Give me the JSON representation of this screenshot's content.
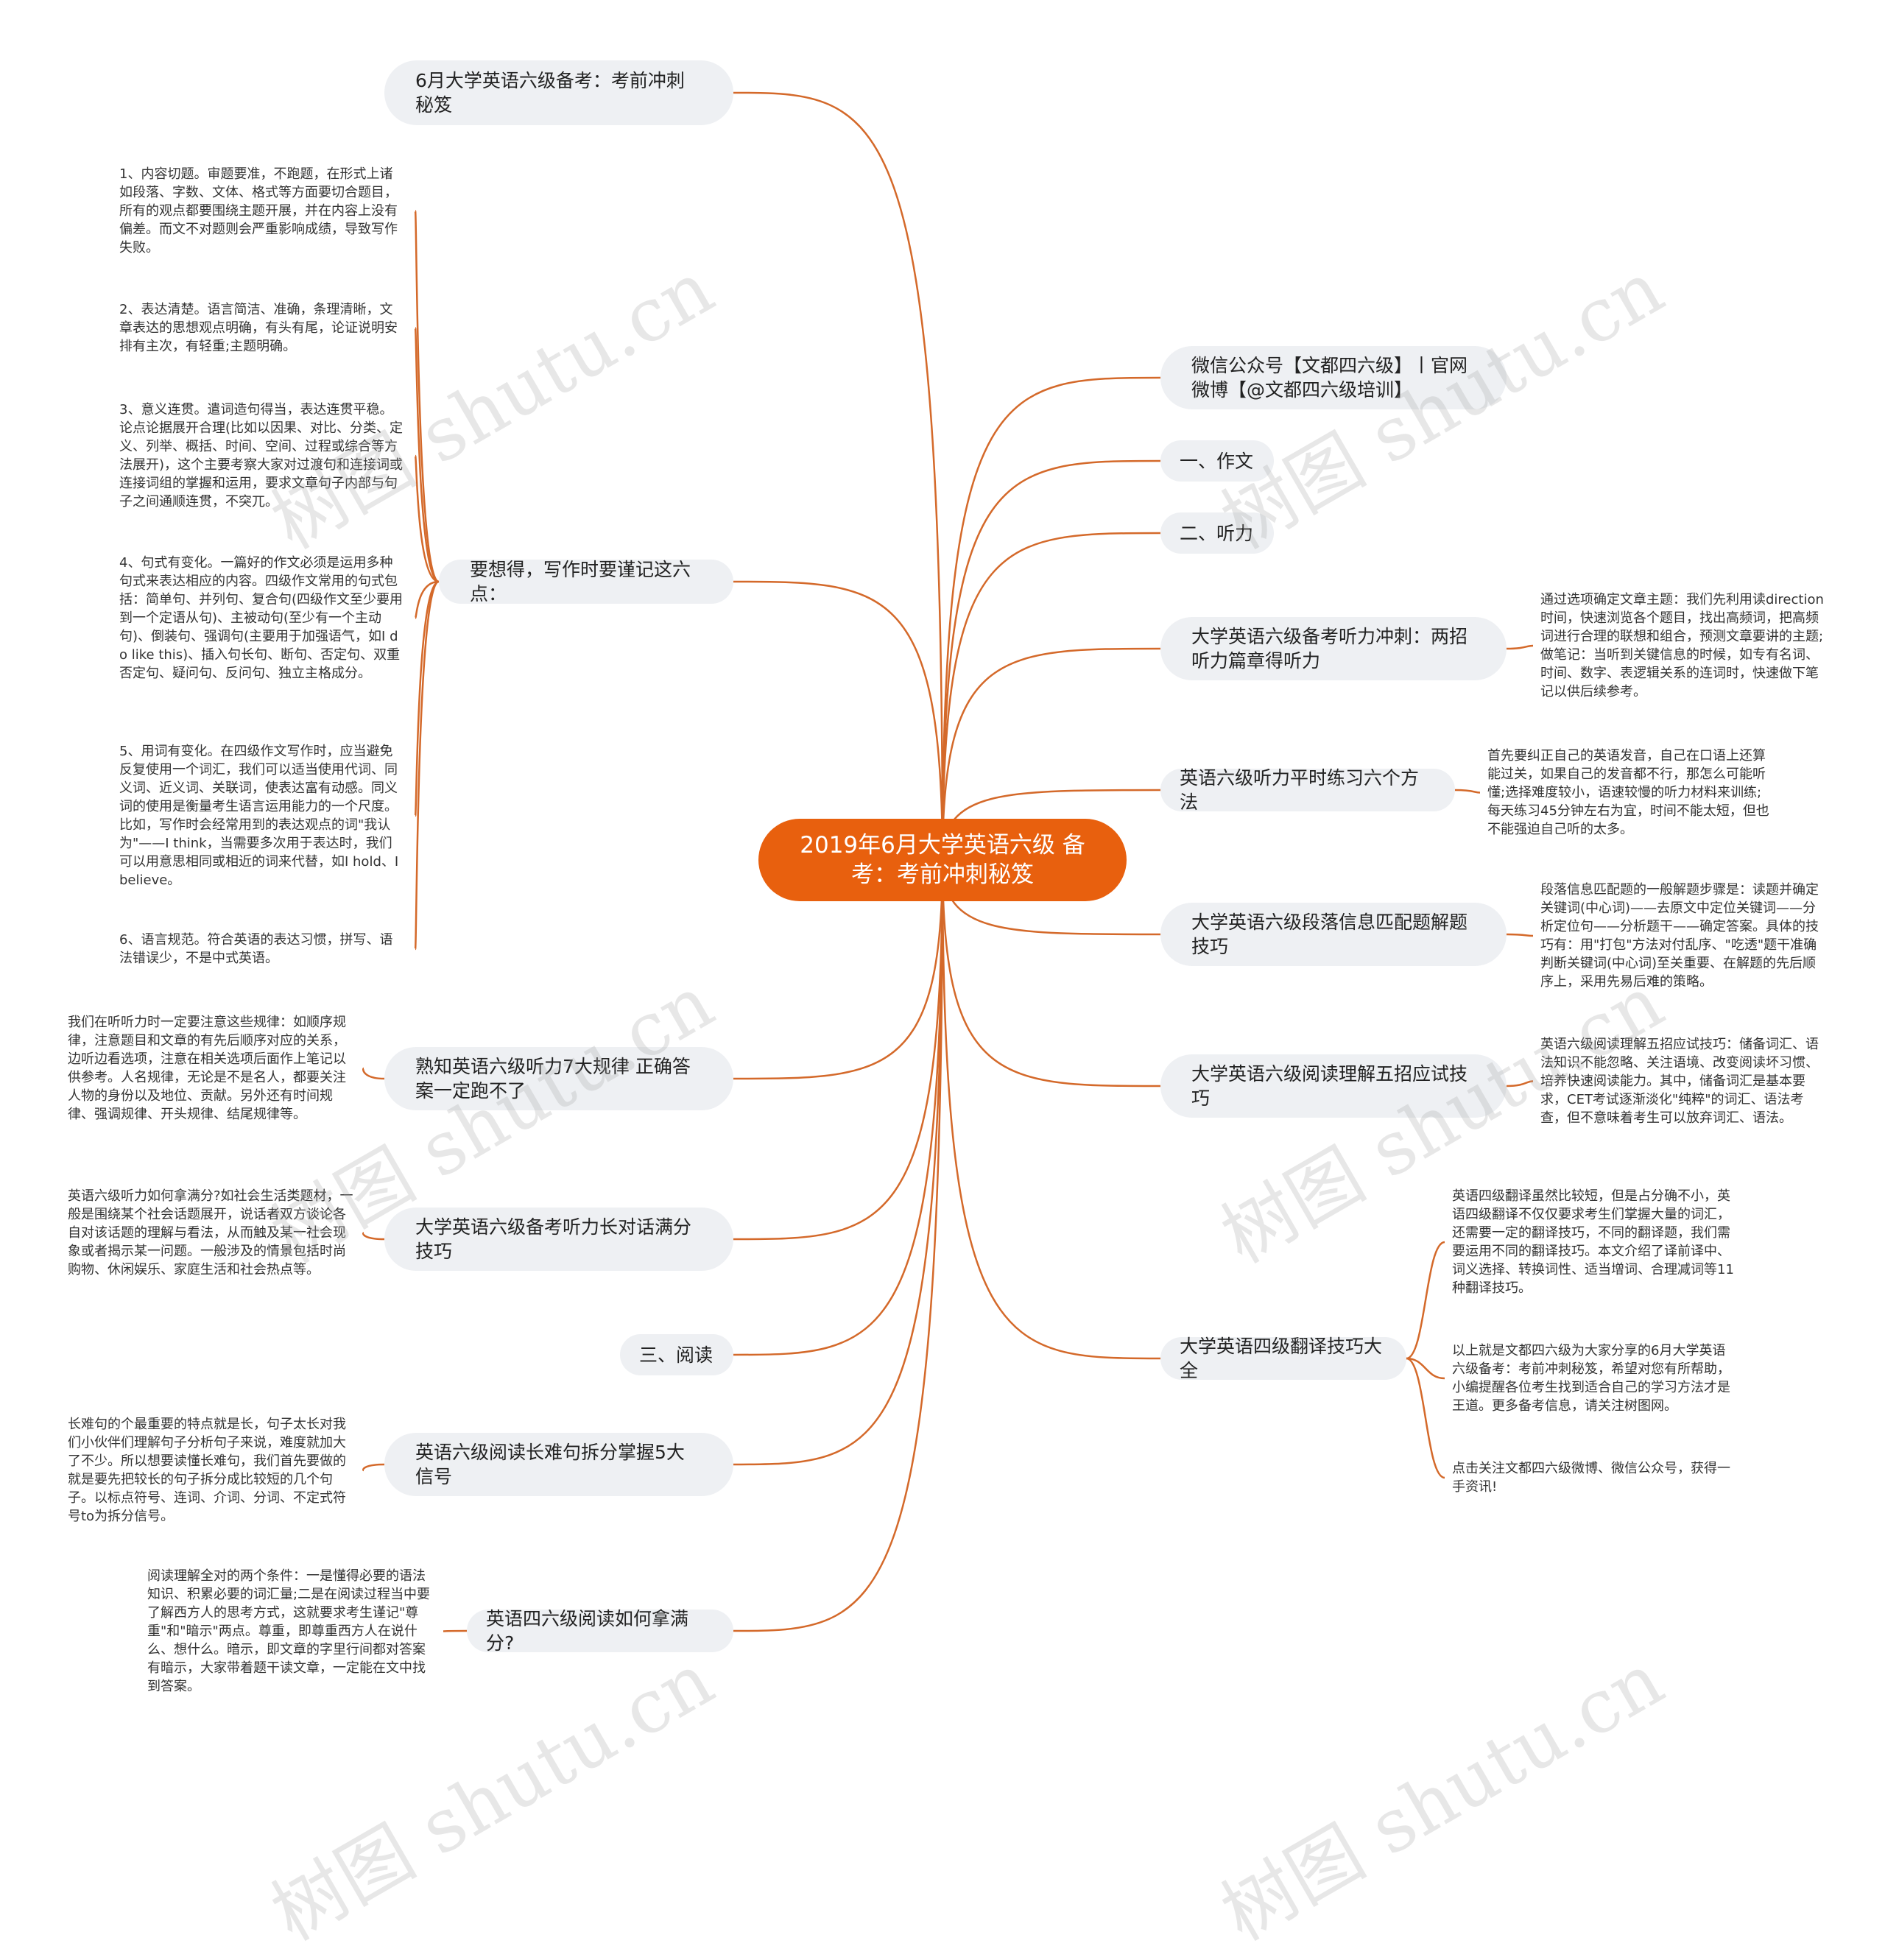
{
  "central": "2019年6月大学英语六级\n备考：考前冲刺秘笈",
  "accent_color": "#e8600e",
  "line_color": "#d4692a",
  "node_bg": "#eef0f3",
  "watermark": "树图 shutu.cn",
  "left_branches": [
    {
      "label": "6月大学英语六级备考：考前冲刺\n秘笈",
      "notes": []
    },
    {
      "label": "要想得，写作时要谨记这六点：",
      "notes": [
        "1、内容切题。审题要准，不跑题，在形式上诸如段落、字数、文体、格式等方面要切合题目，所有的观点都要围绕主题开展，并在内容上没有偏差。而文不对题则会严重影响成绩，导致写作失败。",
        "2、表达清楚。语言简洁、准确，条理清晰，文章表达的思想观点明确，有头有尾，论证说明安排有主次，有轻重;主题明确。",
        "3、意义连贯。遣词造句得当，表达连贯平稳。论点论据展开合理(比如以因果、对比、分类、定义、列举、概括、时间、空间、过程或综合等方法展开)，这个主要考察大家对过渡句和连接词或连接词组的掌握和运用，要求文章句子内部与句子之间通顺连贯，不突兀。",
        "4、句式有变化。一篇好的作文必须是运用多种句式来表达相应的内容。四级作文常用的句式包括：简单句、并列句、复合句(四级作文至少要用到一个定语从句)、主被动句(至少有一个主动句)、倒装句、强调句(主要用于加强语气，如I do like this)、插入句长句、断句、否定句、双重否定句、疑问句、反问句、独立主格成分。",
        "5、用词有变化。在四级作文写作时，应当避免反复使用一个词汇，我们可以适当使用代词、同义词、近义词、关联词，使表达富有动感。同义词的使用是衡量考生语言运用能力的一个尺度。比如，写作时会经常用到的表达观点的词\"我认为\"——I think，当需要多次用于表达时，我们可以用意思相同或相近的词来代替，如I hold、I believe。",
        "6、语言规范。符合英语的表达习惯，拼写、语法错误少，不是中式英语。"
      ]
    },
    {
      "label": "熟知英语六级听力7大规律 正确答\n案一定跑不了",
      "notes": [
        "我们在听听力时一定要注意这些规律：如顺序规律，注意题目和文章的有先后顺序对应的关系，边听边看选项，注意在相关选项后面作上笔记以供参考。人名规律，无论是不是名人，都要关注人物的身份以及地位、贡献。另外还有时间规律、强调规律、开头规律、结尾规律等。"
      ]
    },
    {
      "label": "大学英语六级备考听力长对话满分\n技巧",
      "notes": [
        "英语六级听力如何拿满分?如社会生活类题材，一般是围绕某个社会话题展开，说话者双方谈论各自对该话题的理解与看法，从而触及某一社会现象或者揭示某一问题。一般涉及的情景包括时尚购物、休闲娱乐、家庭生活和社会热点等。"
      ]
    },
    {
      "label": "三、阅读",
      "notes": []
    },
    {
      "label": "英语六级阅读长难句拆分掌握5大\n信号",
      "notes": [
        "长难句的个最重要的特点就是长，句子太长对我们小伙伴们理解句子分析句子来说，难度就加大了不少。所以想要读懂长难句，我们首先要做的就是要先把较长的句子拆分成比较短的几个句子。以标点符号、连词、介词、分词、不定式符号to为拆分信号。"
      ]
    },
    {
      "label": "英语四六级阅读如何拿满分?",
      "notes": [
        "阅读理解全对的两个条件：一是懂得必要的语法知识、积累必要的词汇量;二是在阅读过程当中要了解西方人的思考方式，这就要求考生谨记\"尊重\"和\"暗示\"两点。尊重，即尊重西方人在说什么、想什么。暗示，即文章的字里行间都对答案有暗示，大家带着题干读文章，一定能在文中找到答案。"
      ]
    }
  ],
  "right_branches": [
    {
      "label": "微信公众号【文都四六级】丨官网\n微博【@文都四六级培训】",
      "notes": []
    },
    {
      "label": "一、作文",
      "notes": []
    },
    {
      "label": "二、听力",
      "notes": []
    },
    {
      "label": "大学英语六级备考听力冲刺：两招\n听力篇章得听力",
      "notes": [
        "通过选项确定文章主题：我们先利用读direction时间，快速浏览各个题目，找出高频词，把高频词进行合理的联想和组合，预测文章要讲的主题;做笔记：当听到关键信息的时候，如专有名词、时间、数字、表逻辑关系的连词时，快速做下笔记以供后续参考。"
      ]
    },
    {
      "label": "英语六级听力平时练习六个方法",
      "notes": [
        "首先要纠正自己的英语发音，自己在口语上还算能过关，如果自己的发音都不行，那怎么可能听懂;选择难度较小，语速较慢的听力材料来训练;每天练习45分钟左右为宜，时间不能太短，但也不能强迫自己听的太多。"
      ]
    },
    {
      "label": "大学英语六级段落信息匹配题解题\n技巧",
      "notes": [
        "段落信息匹配题的一般解题步骤是：读题并确定关键词(中心词)——去原文中定位关键词——分析定位句——分析题干——确定答案。具体的技巧有：用\"打包\"方法对付乱序、\"吃透\"题干准确判断关键词(中心词)至关重要、在解题的先后顺序上，采用先易后难的策略。"
      ]
    },
    {
      "label": "大学英语六级阅读理解五招应试技\n巧",
      "notes": [
        "英语六级阅读理解五招应试技巧：储备词汇、语法知识不能忽略、关注语境、改变阅读坏习惯、培养快速阅读能力。其中，储备词汇是基本要求，CET考试逐渐淡化\"纯粹\"的词汇、语法考查，但不意味着考生可以放弃词汇、语法。"
      ]
    },
    {
      "label": "大学英语四级翻译技巧大全",
      "notes": [
        "英语四级翻译虽然比较短，但是占分确不小，英语四级翻译不仅仅要求考生们掌握大量的词汇，还需要一定的翻译技巧，不同的翻译题，我们需要运用不同的翻译技巧。本文介绍了译前译中、词义选择、转换词性、适当增词、合理减词等11种翻译技巧。",
        "以上就是文都四六级为大家分享的6月大学英语六级备考：考前冲刺秘笈，希望对您有所帮助，小编提醒各位考生找到适合自己的学习方法才是王道。更多备考信息，请关注树图网。",
        "点击关注文都四六级微博、微信公众号，获得一手资讯!"
      ]
    }
  ]
}
